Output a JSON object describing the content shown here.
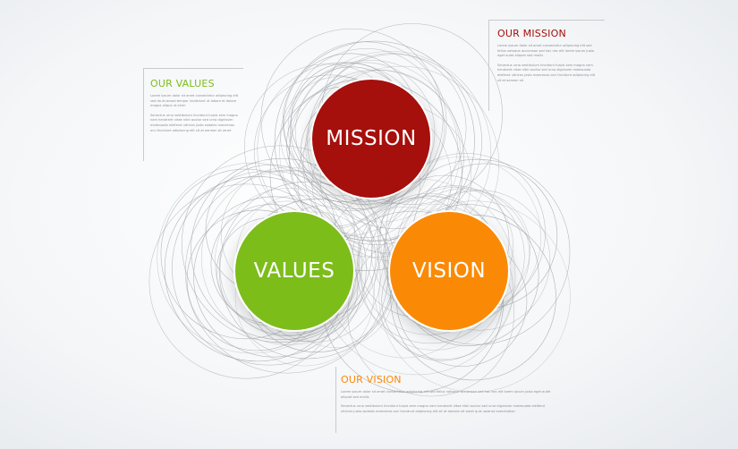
{
  "colors": {
    "mission": "#a50f0c",
    "values": "#7cbd1a",
    "vision": "#fa8a06",
    "rings": "#9ea3a9",
    "body_text": "#8a8f95"
  },
  "circles": {
    "mission": "MISSION",
    "values": "VALUES",
    "vision": "VISION"
  },
  "panels": {
    "values": {
      "title": "OUR VALUES",
      "text1": "Lorem ipsum dolor sit amet consectetur adipiscing elit sed do eiusmod tempor incididunt ut labore et dolore magna aliqua ut enim",
      "text2": "Senectus urna vestibulum tincidunt turpis sem magna nam hendrerit vitae nibh auctor sed urna dignissim malesuada eleifend ultrices justo sodales maecenas orci tincidunt adipiscing elit sit at aenean sit amet"
    },
    "mission": {
      "title": "OUR MISSION",
      "text1": "Lorem ipsum dolor sit amet consectetur adipiscing elit sed tellus natoque accumsan sed hac nec elit lorem ipsum justo eget aulet aliquet sed mollis",
      "text2": "Senectus urna vestibulum tincidunt turpis sem magna nam hendrerit vitae nibh auctor sed urna dignissim malesuada eleifend ultrices justo maecenas orci tincidunt adipiscing elit sit at aenean sit"
    },
    "vision": {
      "title": "OUR VISION",
      "text1": "Lorem ipsum dolor sit amet consectetur adipiscing elit sed tellus natoque accumsan sed hac nec elit lorem ipsum justo eget aulet aliquet sed mollis",
      "text2": "Senectus urna vestibulum tincidunt turpis sem magna nam hendrerit vitae nibh auctor sed urna dignissim malesuada eleifend ultrices justo sodales maecenas orci tincidunt adipiscing elit sit at aenean sit amet quis nostrud exercitation"
    }
  }
}
